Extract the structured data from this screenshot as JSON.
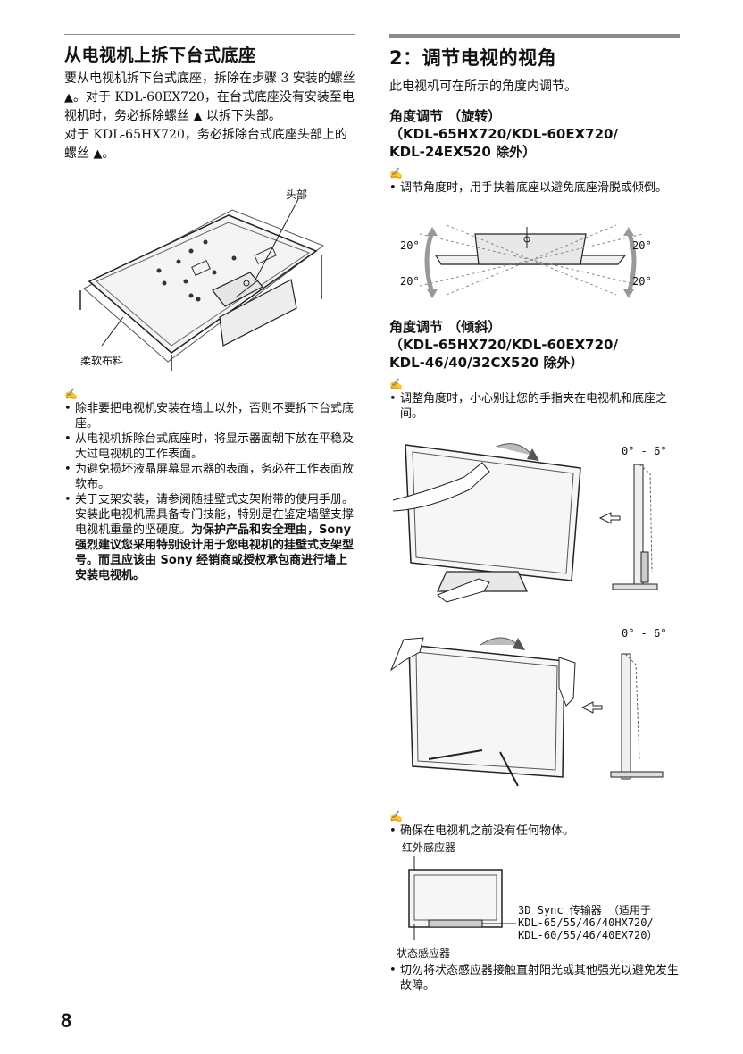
{
  "left": {
    "title": "从电视机上拆下台式底座",
    "para1": "要从电视机拆下台式底座，拆除在步骤 3 安装的螺丝 ",
    "para2": "。对于 KDL-60EX720，在台式底座没有安装至电视机时，务必拆除螺丝 ",
    "para3": " 以拆下头部。",
    "para4": "对于 KDL-65HX720，务必拆除台式底座头部上的螺丝 ",
    "para5": "。",
    "fig_label_head": "头部",
    "fig_label_cloth": "柔软布料",
    "notes": [
      "除非要把电视机安装在墙上以外，否则不要拆下台式底座。",
      "从电视机拆除台式底座时，将显示器面朝下放在平稳及大过电视机的工作表面。",
      "为避免损坏液晶屏幕显示器的表面，务必在工作表面放软布。"
    ],
    "note4_normal": "关于支架安装，请参阅随挂壁式支架附带的使用手册。安装此电视机需具备专门技能，特别是在鉴定墙壁支撑电视机重量的坚硬度。",
    "note4_bold": "为保护产品和安全理由，Sony 强烈建议您采用特别设计用于您电视机的挂壁式支架型号。而且应该由 Sony 经销商或授权承包商进行墙上安装电视机。"
  },
  "right": {
    "title": "2：调节电视的视角",
    "intro": "此电视机可在所示的角度内调节。",
    "swivel_heading": "角度调节 （旋转）\n（KDL-65HX720/KDL-60EX720/\nKDL-24EX520 除外）",
    "swivel_note": "调节角度时，用手扶着底座以避免底座滑脱或倾倒。",
    "angle_20": "20°",
    "tilt_heading": "角度调节 （倾斜）\n（KDL-65HX720/KDL-60EX720/\nKDL-46/40/32CX520 除外）",
    "tilt_note": "调整角度时，小心别让您的手指夹在电视机和底座之间。",
    "tilt_range": "0° - 6°",
    "front_note": "确保在电视机之前没有任何物体。",
    "ir_label": "红外感应器",
    "sync_label": "3D Sync 传输器 （适用于\nKDL-65/55/46/40HX720/\nKDL-60/55/46/40EX720）",
    "status_label": "状态感应器",
    "last_note": "切勿将状态感应器接触直射阳光或其他强光以避免发生故障。"
  },
  "icons": {
    "screw": "▲",
    "note": "✍"
  },
  "page_number": "8"
}
